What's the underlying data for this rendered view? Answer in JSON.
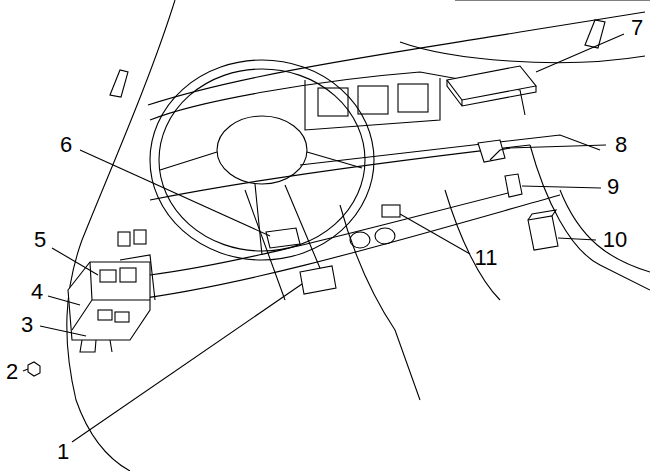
{
  "diagram": {
    "labels": [
      "7",
      "6",
      "8",
      "9",
      "5",
      "10",
      "11",
      "4",
      "3",
      "2",
      "1"
    ]
  }
}
